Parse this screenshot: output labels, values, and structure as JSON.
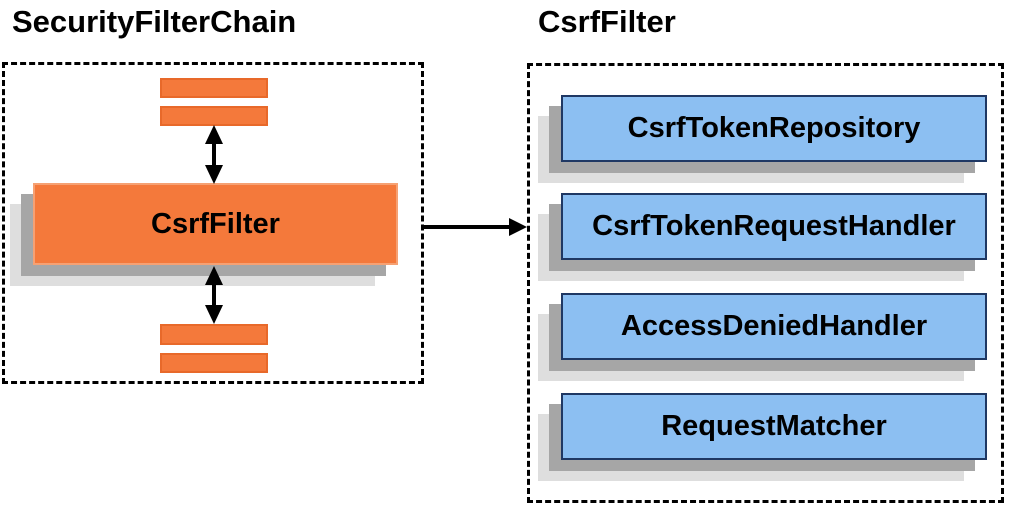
{
  "diagram": {
    "left_panel": {
      "title": "SecurityFilterChain",
      "highlighted_filter_label": "CsrfFilter"
    },
    "right_panel": {
      "title": "CsrfFilter",
      "components": [
        "CsrfTokenRepository",
        "CsrfTokenRequestHandler",
        "AccessDeniedHandler",
        "RequestMatcher"
      ]
    },
    "colors": {
      "filter_orange": "#f4793b",
      "filter_orange_border": "#f6a173",
      "bar_border": "#e8692a",
      "component_blue": "#8cbff2",
      "component_blue_border": "#1f3864",
      "shadow_dark": "#a6a6a6",
      "shadow_light": "#dedede",
      "line_black": "#000000",
      "text": "#000000",
      "background": "#ffffff"
    }
  }
}
